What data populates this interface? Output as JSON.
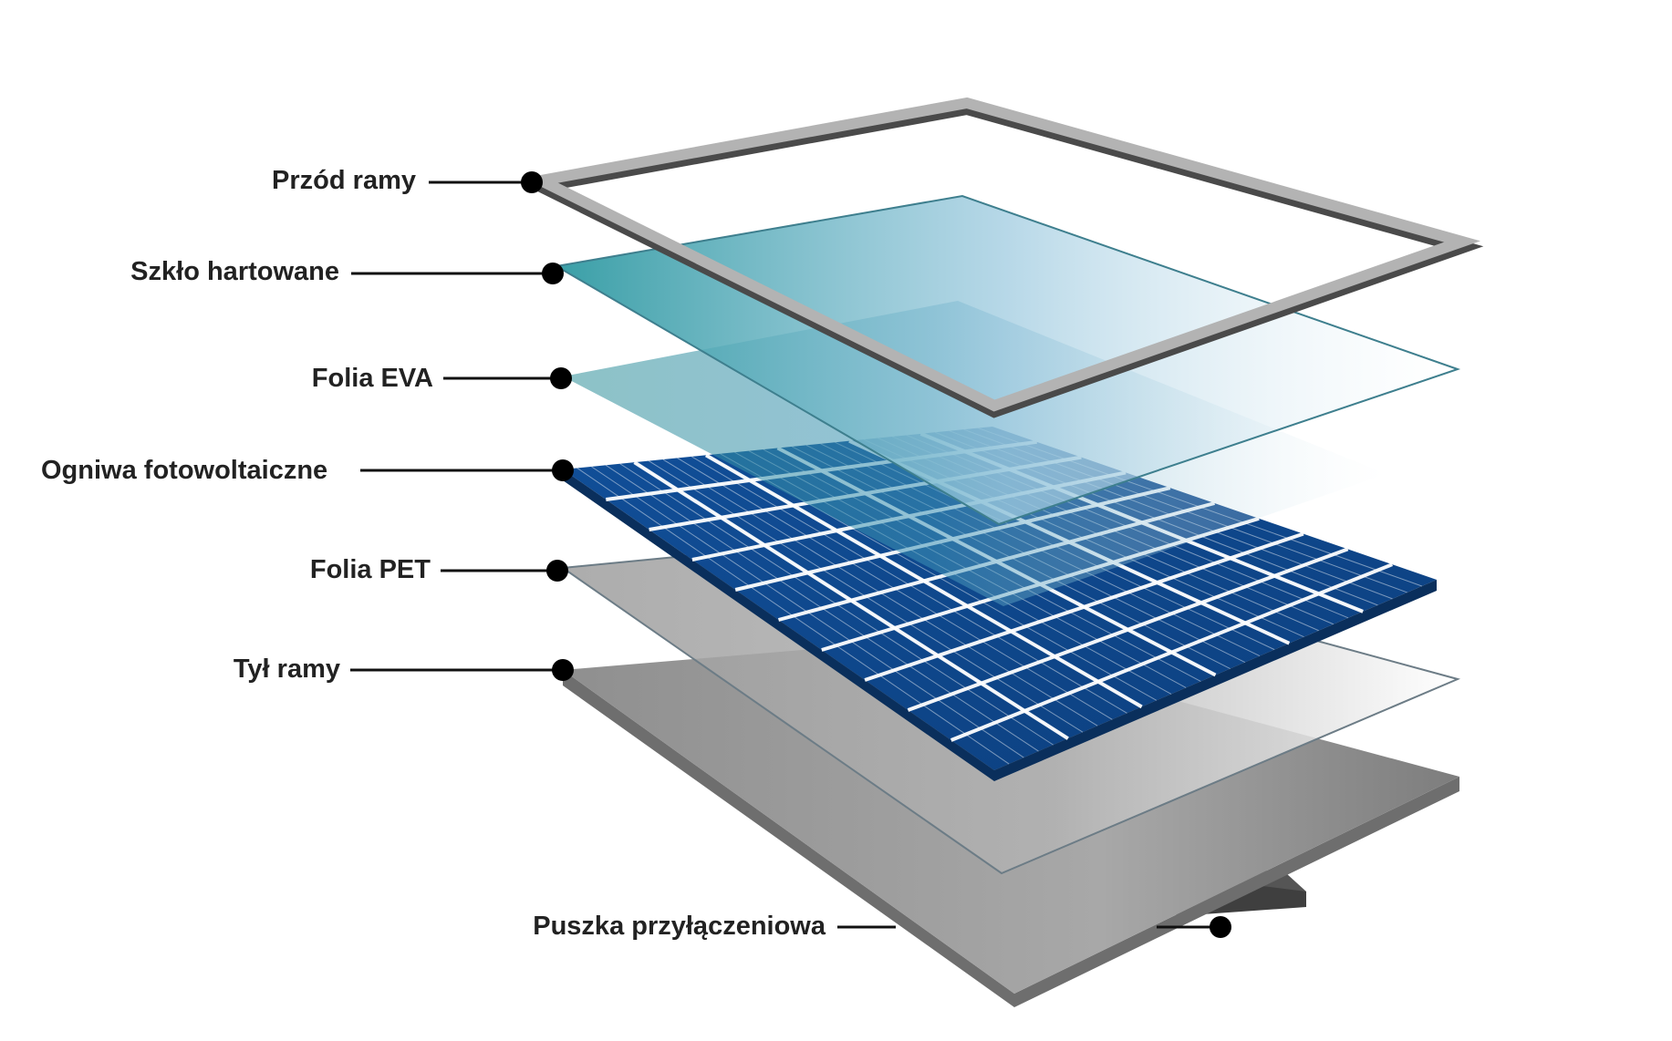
{
  "diagram": {
    "labels": {
      "frame_front": "Przód ramy",
      "tempered_glass": "Szkło hartowane",
      "eva_foil": "Folia EVA",
      "pv_cells": "Ogniwa fotowoltaiczne",
      "pet_foil": "Folia PET",
      "frame_back": "Tył ramy",
      "junction_box": "Puszka przyłączeniowa"
    },
    "colors": {
      "frame_light": "#b3b3b3",
      "frame_dark": "#4a4a4a",
      "glass_start": "#3a9ea6",
      "glass_end": "#ffffff",
      "glass_edge": "#3e7f8e",
      "cell_blue": "#0e4c94",
      "cell_edge": "#0a2f5c",
      "grid_line": "#ffffff",
      "pet_gray": "#b8b8b8",
      "back_gray": "#9a9a9a",
      "junction_box": "#555555",
      "leader_line": "#111111",
      "dot": "#000000"
    }
  }
}
